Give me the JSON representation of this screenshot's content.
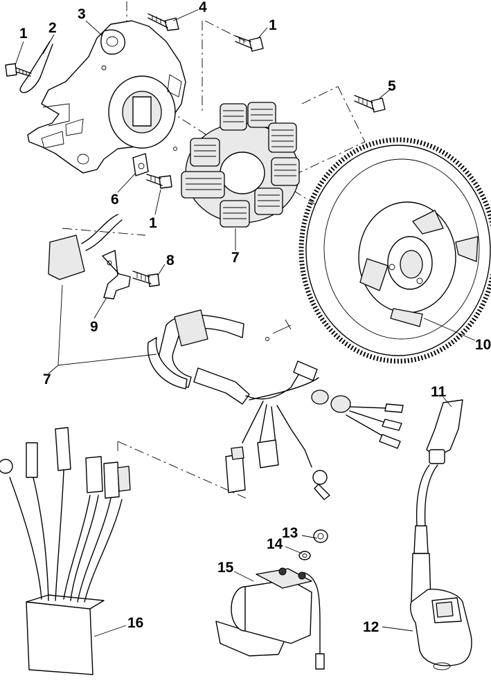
{
  "callouts": [
    {
      "id": "c1a",
      "text": "1"
    },
    {
      "id": "c2",
      "text": "2"
    },
    {
      "id": "c3",
      "text": "3"
    },
    {
      "id": "c4",
      "text": "4"
    },
    {
      "id": "c1b",
      "text": "1"
    },
    {
      "id": "c5",
      "text": "5"
    },
    {
      "id": "c6",
      "text": "6"
    },
    {
      "id": "c1c",
      "text": "1"
    },
    {
      "id": "c7a",
      "text": "7"
    },
    {
      "id": "c8",
      "text": "8"
    },
    {
      "id": "c9",
      "text": "9"
    },
    {
      "id": "c10",
      "text": "10"
    },
    {
      "id": "c7b",
      "text": "7"
    },
    {
      "id": "c11",
      "text": "11"
    },
    {
      "id": "c13",
      "text": "13"
    },
    {
      "id": "c14",
      "text": "14"
    },
    {
      "id": "c15",
      "text": "15"
    },
    {
      "id": "c16",
      "text": "16"
    },
    {
      "id": "c12",
      "text": "12"
    }
  ]
}
